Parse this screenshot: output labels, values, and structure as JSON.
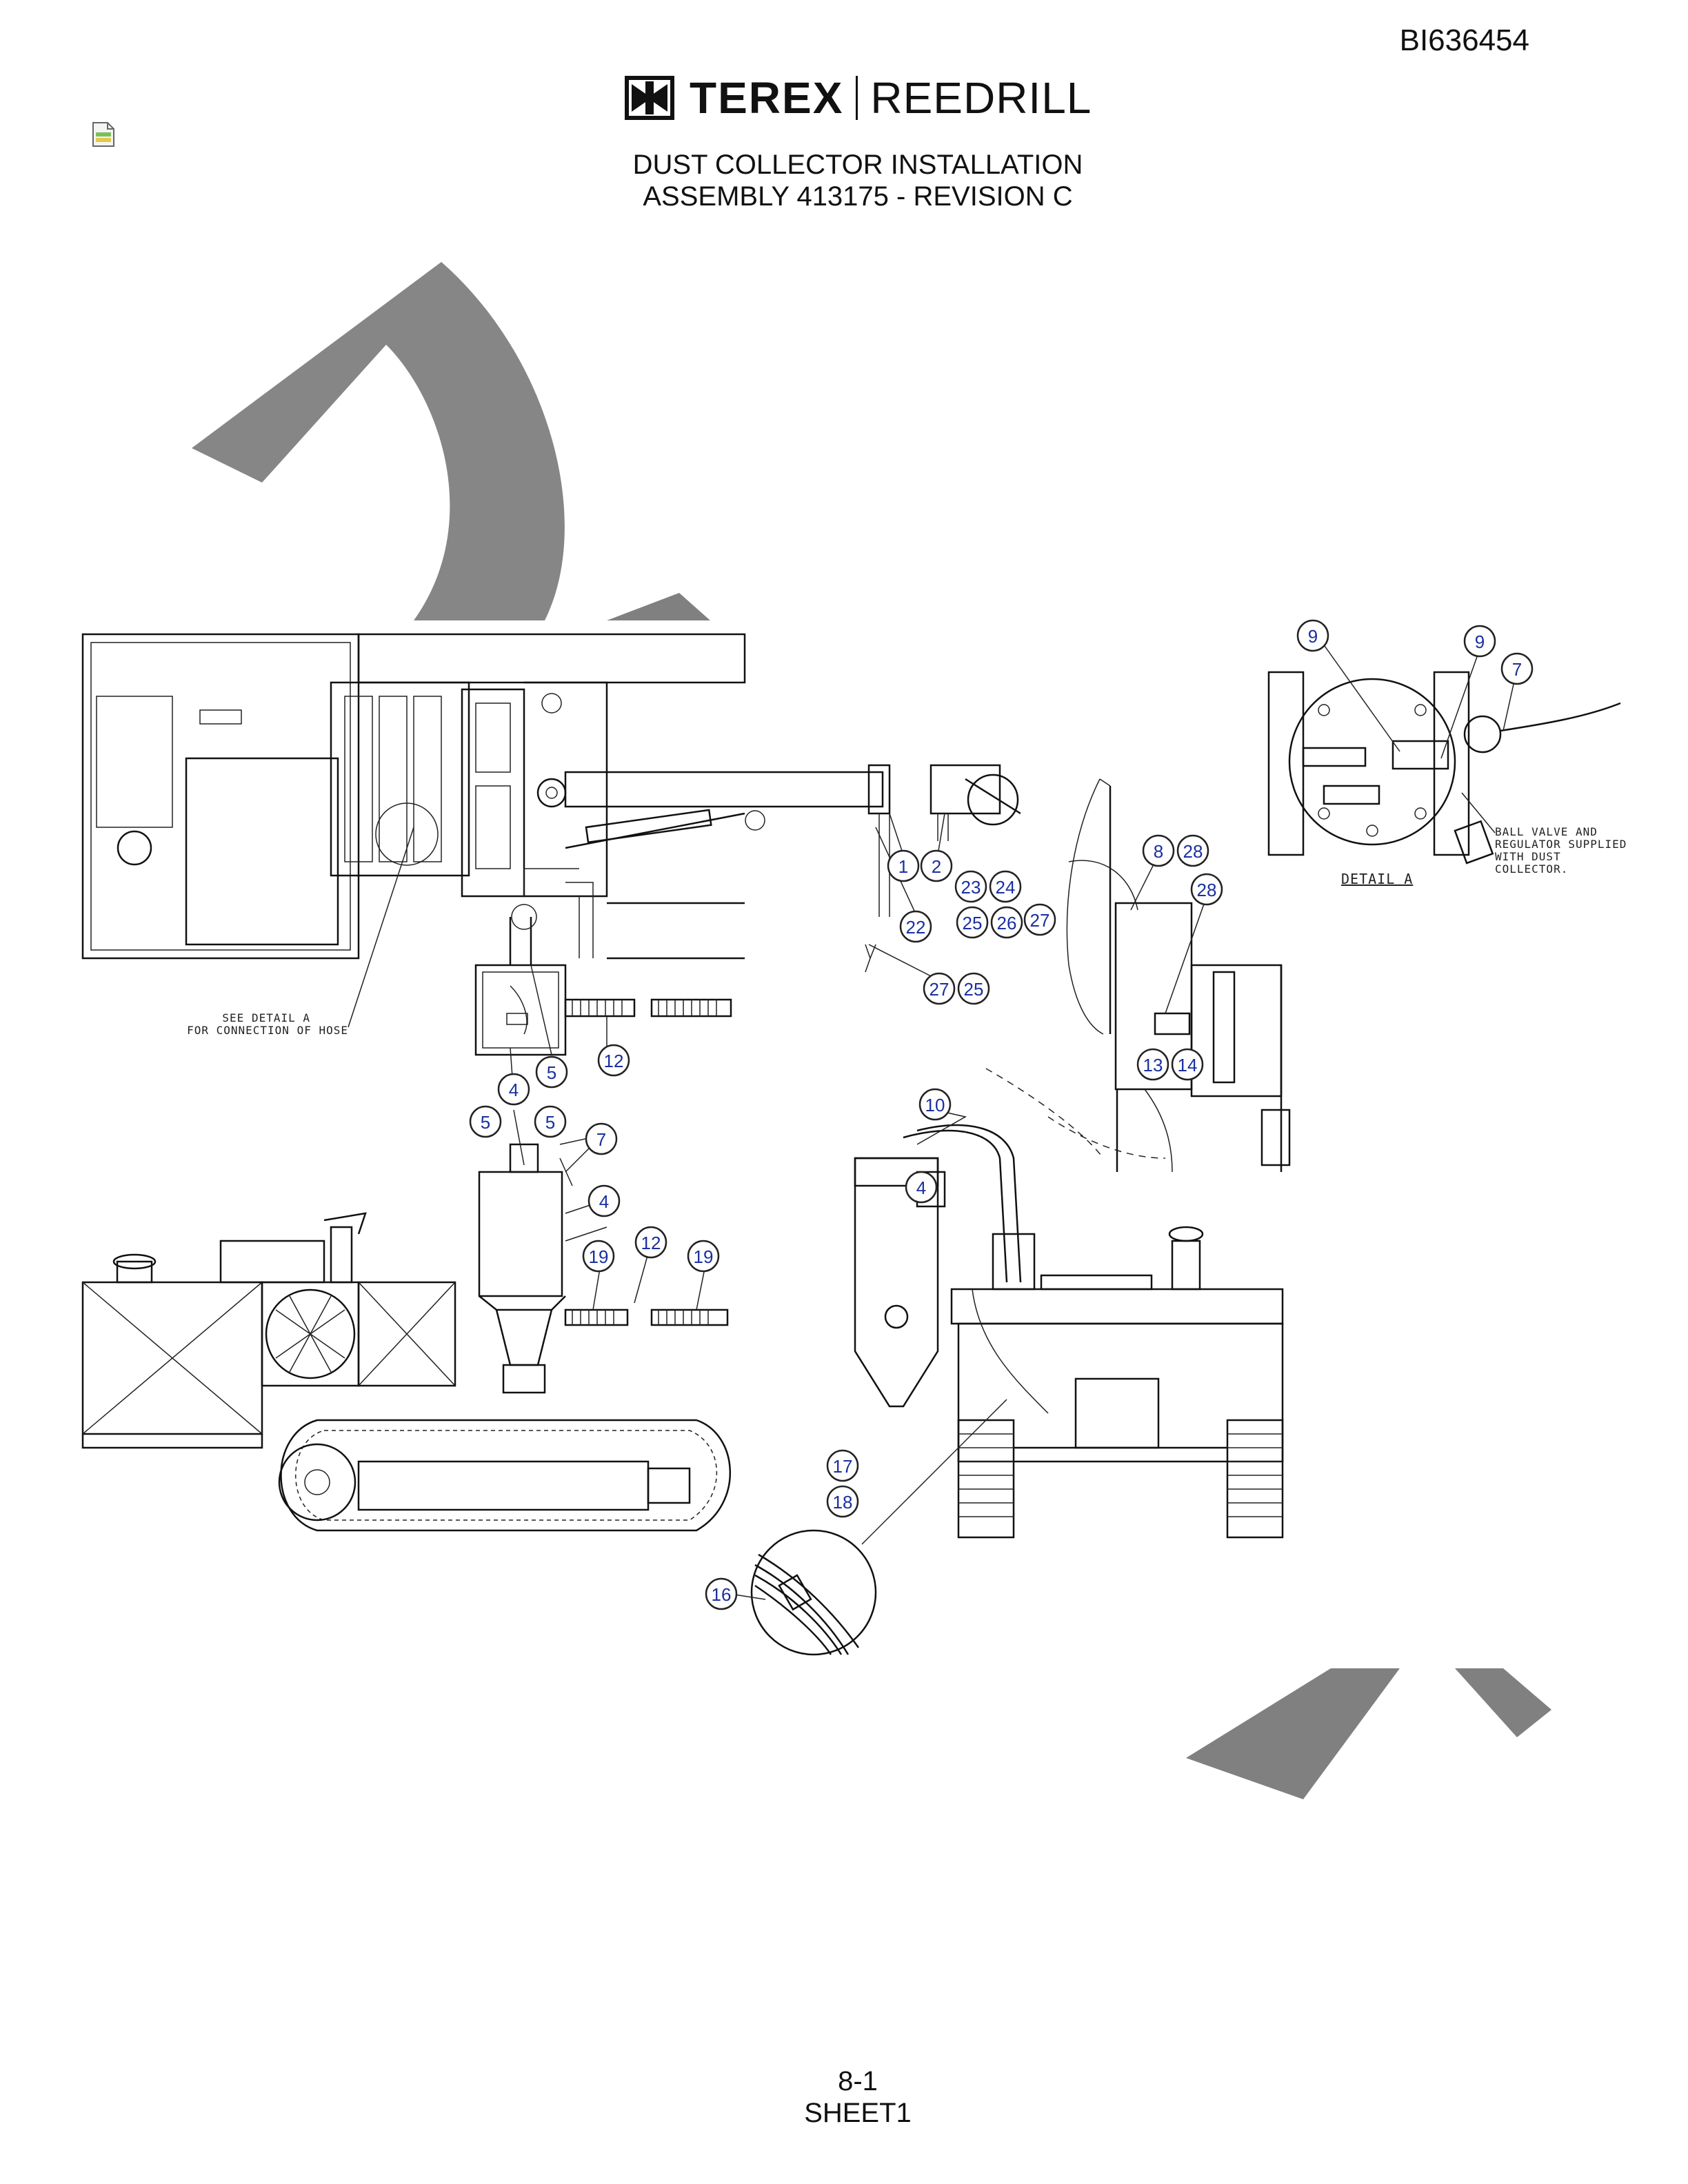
{
  "header": {
    "doc_id": "BI636454",
    "brand_primary": "TEREX",
    "brand_secondary": "REEDRILL",
    "title_line1": "DUST COLLECTOR INSTALLATION",
    "title_line2": "ASSEMBLY 413175 - REVISION C"
  },
  "notes": {
    "see_detail_line1": "SEE DETAIL A",
    "see_detail_line2": "FOR CONNECTION OF HOSE",
    "ball_valve_line1": "BALL VALVE AND",
    "ball_valve_line2": "REGULATOR SUPPLIED",
    "ball_valve_line3": "WITH DUST",
    "ball_valve_line4": "COLLECTOR.",
    "detail_label": "DETAIL A"
  },
  "callouts": [
    "9",
    "9",
    "7",
    "1",
    "2",
    "23",
    "24",
    "22",
    "25",
    "26",
    "27",
    "27",
    "25",
    "8",
    "28",
    "28",
    "13",
    "14",
    "12",
    "5",
    "4",
    "5",
    "5",
    "7",
    "4",
    "19",
    "12",
    "19",
    "10",
    "4",
    "17",
    "18",
    "16"
  ],
  "footer": {
    "page": "8-1",
    "sheet": "SHEET1"
  },
  "colors": {
    "watermark": "#808080",
    "callout_text": "#1a2fa0",
    "line": "#111111"
  }
}
